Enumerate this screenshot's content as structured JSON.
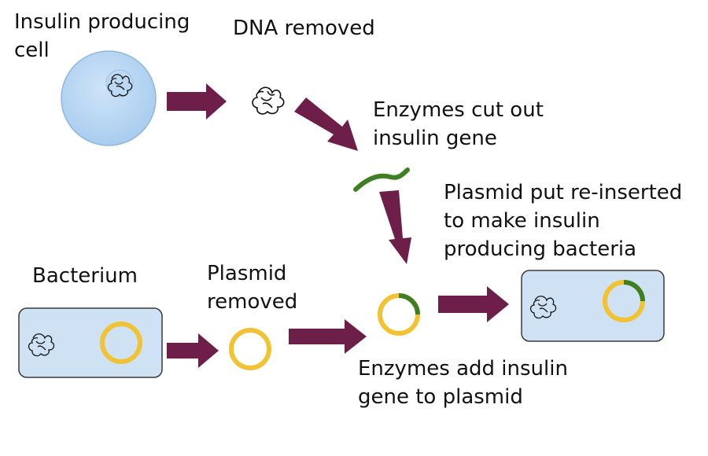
{
  "labels": {
    "insulin_cell": [
      "Insulin producing",
      "cell"
    ],
    "dna_removed": [
      "DNA removed"
    ],
    "enzymes_cut": [
      "Enzymes cut out",
      "insulin gene"
    ],
    "plasmid_reinserted": [
      "Plasmid put re-inserted",
      "to make insulin",
      "producing bacteria"
    ],
    "bacterium": [
      "Bacterium"
    ],
    "plasmid_removed": [
      "Plasmid",
      "removed"
    ],
    "enzymes_add": [
      "Enzymes add insulin",
      "gene to plasmid"
    ]
  },
  "colors": {
    "arrow": "#6d1f4a",
    "cell_fill": "#a9cdef",
    "cell_stroke": "#8fb6dd",
    "bacterium_fill": "#cfe2f4",
    "bacterium_stroke": "#3a3a3a",
    "plasmid": "#f1c232",
    "insulin_gene": "#3f7f23",
    "dna": "#111111"
  }
}
